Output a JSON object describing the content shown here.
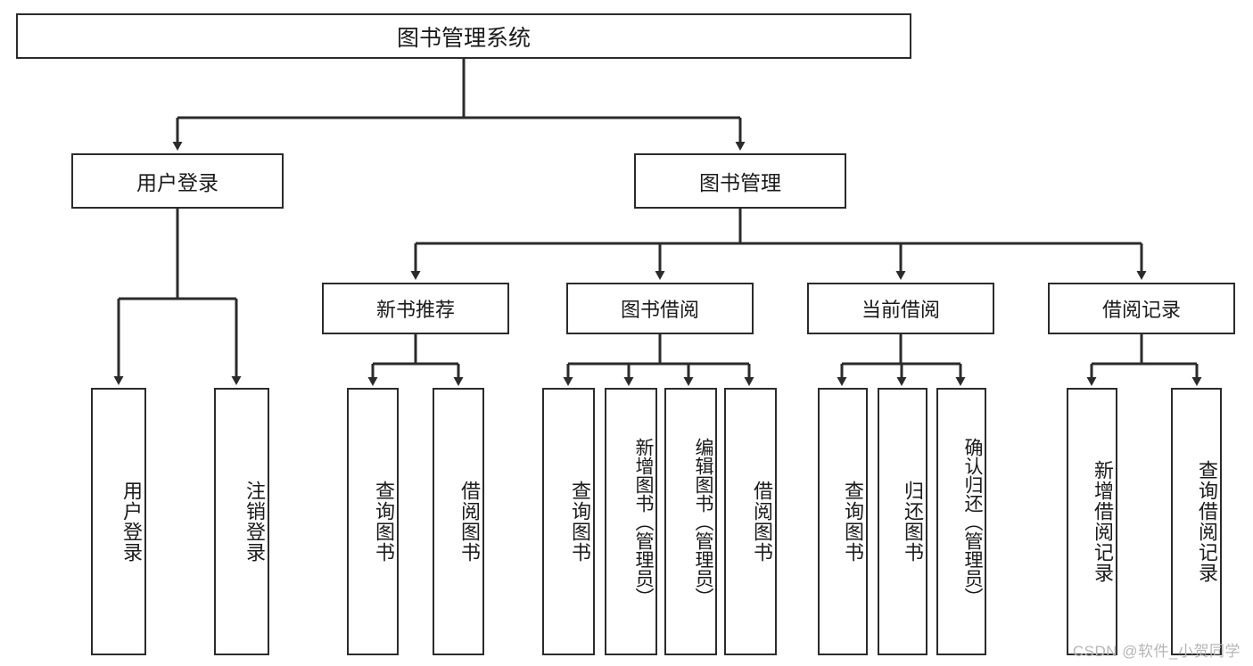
{
  "diagram": {
    "title": "图书管理系统",
    "type": "tree-hierarchy-chart",
    "root": {
      "label": "图书管理系统"
    },
    "level1": [
      {
        "label": "用户登录"
      },
      {
        "label": "图书管理"
      }
    ],
    "level2": [
      {
        "label": "新书推荐"
      },
      {
        "label": "图书借阅"
      },
      {
        "label": "当前借阅"
      },
      {
        "label": "借阅记录"
      }
    ],
    "leaves": {
      "user_login": [
        {
          "label": "用户登录"
        },
        {
          "label": "注销登录"
        }
      ],
      "new_book_recommend": [
        {
          "label": "查询图书"
        },
        {
          "label": "借阅图书"
        }
      ],
      "book_borrow": [
        {
          "label": "查询图书"
        },
        {
          "label": "新增图书（管理员）"
        },
        {
          "label": "编辑图书（管理员）"
        },
        {
          "label": "借阅图书"
        }
      ],
      "current_borrow": [
        {
          "label": "查询图书"
        },
        {
          "label": "归还图书"
        },
        {
          "label": "确认归还（管理员）"
        }
      ],
      "borrow_record": [
        {
          "label": "新增借阅记录"
        },
        {
          "label": "查询借阅记录"
        }
      ]
    }
  },
  "watermark": {
    "text": "CSDN @软件_小贺同学"
  },
  "colors": {
    "border": "#2b2b2b",
    "text": "#1a1a1a",
    "background": "#ffffff",
    "watermark": "#b6b6b6"
  }
}
